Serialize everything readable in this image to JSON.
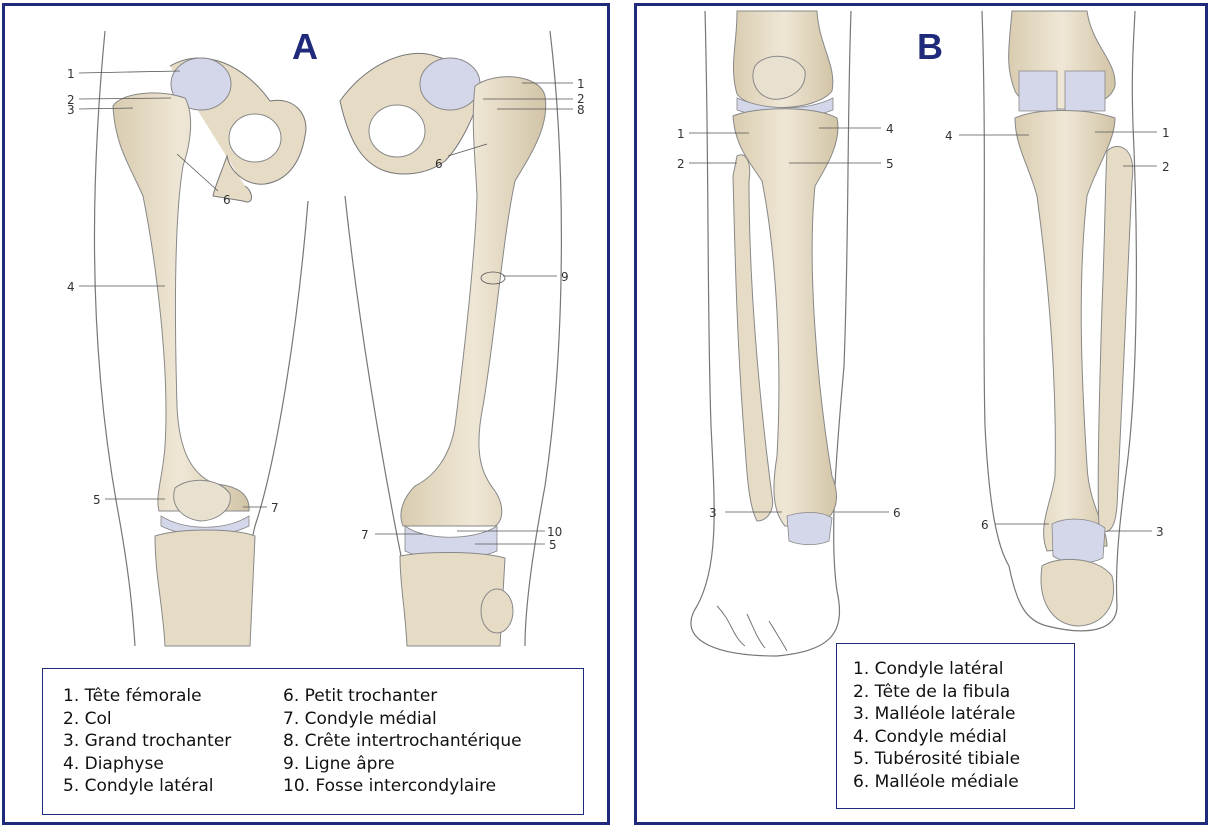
{
  "panels": {
    "a": {
      "letter": "A",
      "legend_left": [
        "1. Tête fémorale",
        "2. Col",
        "3. Grand trochanter",
        "4. Diaphyse",
        "5. Condyle latéral"
      ],
      "legend_right": [
        "6. Petit trochanter",
        "7. Condyle médial",
        "8. Crête intertrochantérique",
        "9. Ligne âpre",
        "10. Fosse intercondylaire"
      ],
      "anterior_labels": [
        "1",
        "2",
        "3",
        "6",
        "4",
        "5",
        "7"
      ],
      "posterior_labels": [
        "1",
        "2",
        "8",
        "6",
        "9",
        "7",
        "10",
        "5"
      ]
    },
    "b": {
      "letter": "B",
      "legend": [
        "1. Condyle latéral",
        "2. Tête de la fibula",
        "3. Malléole latérale",
        "4. Condyle médial",
        "5. Tubérosité tibiale",
        "6. Malléole médiale"
      ],
      "anterior_labels": [
        "1",
        "4",
        "2",
        "5",
        "3",
        "6"
      ],
      "posterior_labels": [
        "4",
        "1",
        "2",
        "6",
        "3"
      ]
    }
  },
  "colors": {
    "frame": "#1f2a7a",
    "bone": "#e6dcc6",
    "cartilage": "#d4d6ea",
    "outline": "#777777"
  }
}
